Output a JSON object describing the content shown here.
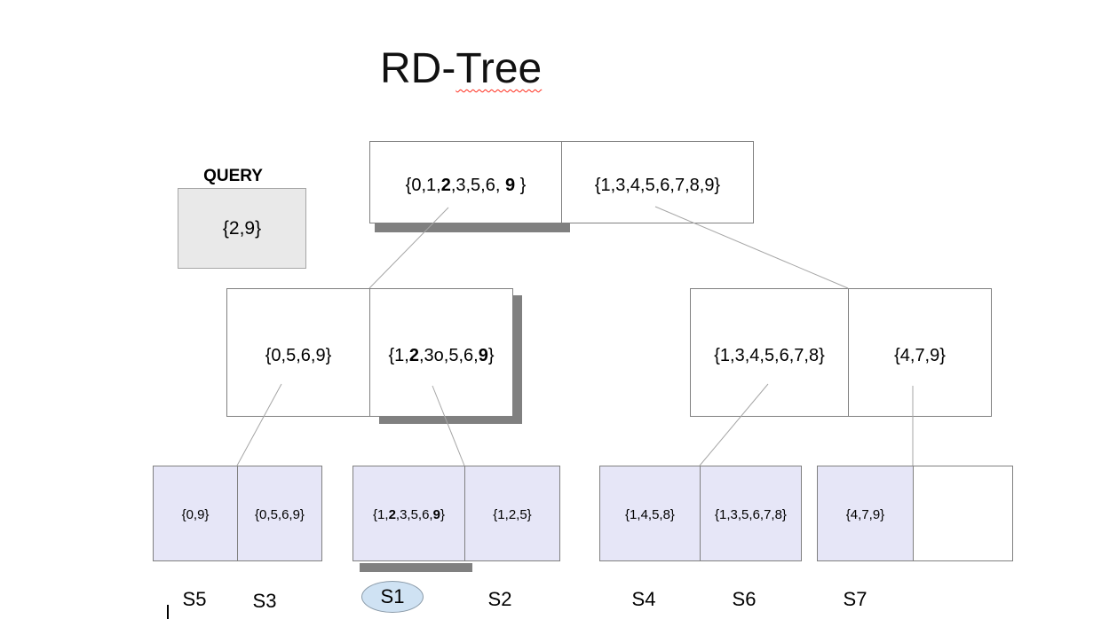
{
  "title": {
    "prefix": "RD-",
    "underlined_word": "Tree"
  },
  "query": {
    "label": "QUERY",
    "value": "{2,9}"
  },
  "tree": {
    "root": {
      "left_parts": [
        "{0,1,",
        "2",
        ",3,5,6, ",
        "9",
        " }"
      ],
      "right": "{1,3,4,5,6,7,8,9}"
    },
    "level2": {
      "left_pair": {
        "left": "{0,5,6,9}",
        "right_parts": [
          "{1,",
          "2",
          ",3o,5,6,",
          "9",
          "}"
        ]
      },
      "right_pair": {
        "left": "{1,3,4,5,6,7,8}",
        "right": "{4,7,9}"
      }
    },
    "leaves": {
      "pair1": {
        "left": "{0,9}",
        "right": "{0,5,6,9}"
      },
      "pair2": {
        "left_parts": [
          "{1,",
          "2",
          ",3,5,6,",
          "9",
          "}"
        ],
        "right": "{1,2,5}"
      },
      "pair3": {
        "left": "{1,4,5,8}",
        "right": "{1,3,5,6,7,8}"
      },
      "pair4": {
        "left": "{4,7,9}",
        "right": ""
      }
    },
    "labels": {
      "s5": "S5",
      "s3": "S3",
      "s1": "S1",
      "s2": "S2",
      "s4": "S4",
      "s6": "S6",
      "s7": "S7"
    }
  },
  "colors": {
    "leaf_fill": "#E6E6F7",
    "node_fill": "#FFFFFF",
    "query_fill": "#E9E9E9",
    "box_border": "#808080",
    "shadow": "#808080",
    "connector": "#A6A6A6",
    "s1_ellipse_fill": "#CFE2F3",
    "spellcheck_underline": "#FF2A1A",
    "text": "#000000"
  }
}
